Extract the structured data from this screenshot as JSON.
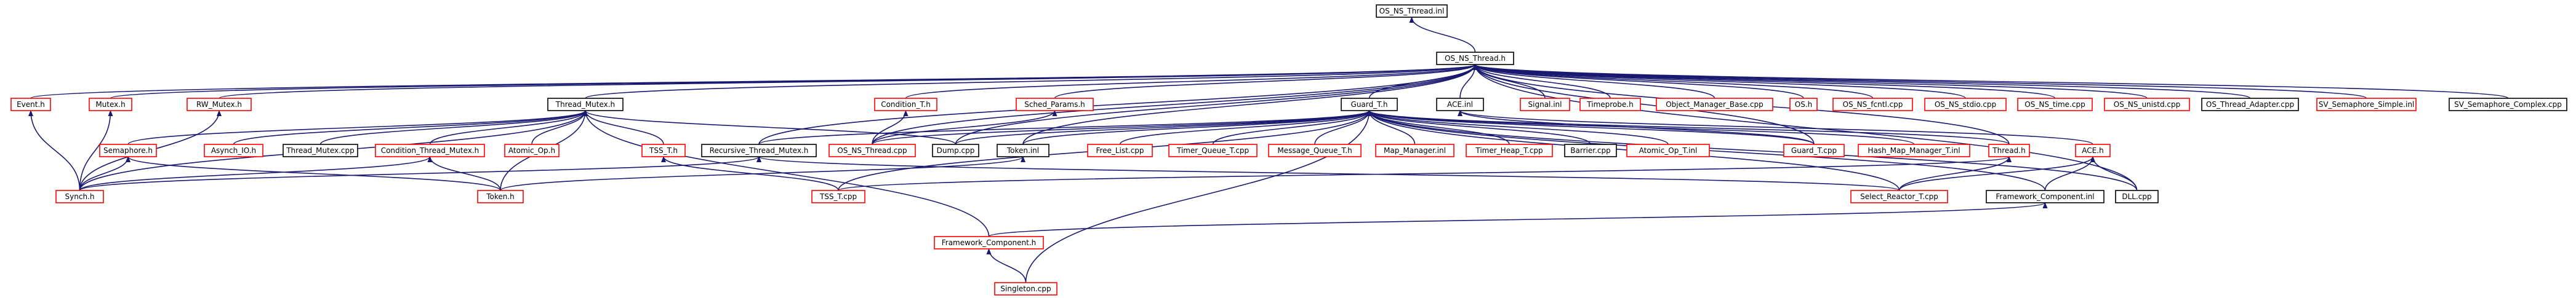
{
  "colors": {
    "edge": "#191970",
    "root_fill": "#bfbfbf",
    "border_missing": "#ff0000",
    "border_documented": "#000000"
  },
  "legend_note": "Red-bordered nodes are undocumented; black-bordered nodes are documented; grey node is the current file.",
  "nodes": [
    {
      "id": "root",
      "label": "OS_NS_Thread.inl",
      "style": "root"
    },
    {
      "id": "osnsthread_h",
      "label": "OS_NS_Thread.h",
      "style": "documented"
    },
    {
      "id": "event_h",
      "label": "Event.h",
      "style": "missing"
    },
    {
      "id": "mutex_h",
      "label": "Mutex.h",
      "style": "missing"
    },
    {
      "id": "rwmutex_h",
      "label": "RW_Mutex.h",
      "style": "missing"
    },
    {
      "id": "thread_mutex_h",
      "label": "Thread_Mutex.h",
      "style": "documented"
    },
    {
      "id": "condition_t_h",
      "label": "Condition_T.h",
      "style": "missing"
    },
    {
      "id": "sched_params_h",
      "label": "Sched_Params.h",
      "style": "missing"
    },
    {
      "id": "guard_t_h",
      "label": "Guard_T.h",
      "style": "documented"
    },
    {
      "id": "ace_inl",
      "label": "ACE.inl",
      "style": "documented"
    },
    {
      "id": "signal_inl",
      "label": "Signal.inl",
      "style": "missing"
    },
    {
      "id": "timeprobe_h",
      "label": "Timeprobe.h",
      "style": "missing"
    },
    {
      "id": "object_manager_base",
      "label": "Object_Manager_Base.cpp",
      "style": "missing"
    },
    {
      "id": "os_h",
      "label": "OS.h",
      "style": "missing"
    },
    {
      "id": "os_ns_fcntl",
      "label": "OS_NS_fcntl.cpp",
      "style": "missing"
    },
    {
      "id": "os_ns_stdio",
      "label": "OS_NS_stdio.cpp",
      "style": "missing"
    },
    {
      "id": "os_ns_time",
      "label": "OS_NS_time.cpp",
      "style": "missing"
    },
    {
      "id": "os_ns_unistd",
      "label": "OS_NS_unistd.cpp",
      "style": "missing"
    },
    {
      "id": "os_thread_adapter",
      "label": "OS_Thread_Adapter.cpp",
      "style": "documented"
    },
    {
      "id": "sv_semaphore_simple",
      "label": "SV_Semaphore_Simple.inl",
      "style": "missing"
    },
    {
      "id": "sv_semaphore_complex",
      "label": "SV_Semaphore_Complex.cpp",
      "style": "documented"
    },
    {
      "id": "semaphore_h",
      "label": "Semaphore.h",
      "style": "missing"
    },
    {
      "id": "asynch_io_h",
      "label": "Asynch_IO.h",
      "style": "missing"
    },
    {
      "id": "thread_mutex_cpp",
      "label": "Thread_Mutex.cpp",
      "style": "documented"
    },
    {
      "id": "condition_thread_mutex_h",
      "label": "Condition_Thread_Mutex.h",
      "style": "missing"
    },
    {
      "id": "atomic_op_h",
      "label": "Atomic_Op.h",
      "style": "missing"
    },
    {
      "id": "tss_t_h",
      "label": "TSS_T.h",
      "style": "missing"
    },
    {
      "id": "recursive_thread_mutex_h",
      "label": "Recursive_Thread_Mutex.h",
      "style": "documented"
    },
    {
      "id": "os_ns_thread_cpp",
      "label": "OS_NS_Thread.cpp",
      "style": "missing"
    },
    {
      "id": "dump_cpp",
      "label": "Dump.cpp",
      "style": "documented"
    },
    {
      "id": "token_inl",
      "label": "Token.inl",
      "style": "documented"
    },
    {
      "id": "free_list_cpp",
      "label": "Free_List.cpp",
      "style": "missing"
    },
    {
      "id": "timer_queue_t_cpp",
      "label": "Timer_Queue_T.cpp",
      "style": "missing"
    },
    {
      "id": "message_queue_t_h",
      "label": "Message_Queue_T.h",
      "style": "missing"
    },
    {
      "id": "map_manager_inl",
      "label": "Map_Manager.inl",
      "style": "missing"
    },
    {
      "id": "timer_heap_t_cpp",
      "label": "Timer_Heap_T.cpp",
      "style": "missing"
    },
    {
      "id": "barrier_cpp",
      "label": "Barrier.cpp",
      "style": "documented"
    },
    {
      "id": "atomic_op_t_inl",
      "label": "Atomic_Op_T.inl",
      "style": "missing"
    },
    {
      "id": "guard_t_cpp",
      "label": "Guard_T.cpp",
      "style": "missing"
    },
    {
      "id": "hash_map_manager_t_inl",
      "label": "Hash_Map_Manager_T.inl",
      "style": "missing"
    },
    {
      "id": "thread_h",
      "label": "Thread.h",
      "style": "missing"
    },
    {
      "id": "ace_h",
      "label": "ACE.h",
      "style": "missing"
    },
    {
      "id": "synch_h",
      "label": "Synch.h",
      "style": "missing"
    },
    {
      "id": "token_h",
      "label": "Token.h",
      "style": "missing"
    },
    {
      "id": "tss_t_cpp",
      "label": "TSS_T.cpp",
      "style": "missing"
    },
    {
      "id": "select_reactor_t_cpp",
      "label": "Select_Reactor_T.cpp",
      "style": "missing"
    },
    {
      "id": "framework_component_inl",
      "label": "Framework_Component.inl",
      "style": "documented"
    },
    {
      "id": "dll_cpp",
      "label": "DLL.cpp",
      "style": "documented"
    },
    {
      "id": "framework_component_h",
      "label": "Framework_Component.h",
      "style": "missing"
    },
    {
      "id": "singleton_cpp",
      "label": "Singleton.cpp",
      "style": "missing"
    }
  ],
  "edges": [
    [
      "osnsthread_h",
      "root"
    ],
    [
      "event_h",
      "osnsthread_h"
    ],
    [
      "mutex_h",
      "osnsthread_h"
    ],
    [
      "rwmutex_h",
      "osnsthread_h"
    ],
    [
      "thread_mutex_h",
      "osnsthread_h"
    ],
    [
      "condition_t_h",
      "osnsthread_h"
    ],
    [
      "sched_params_h",
      "osnsthread_h"
    ],
    [
      "guard_t_h",
      "osnsthread_h"
    ],
    [
      "ace_inl",
      "osnsthread_h"
    ],
    [
      "signal_inl",
      "osnsthread_h"
    ],
    [
      "timeprobe_h",
      "osnsthread_h"
    ],
    [
      "object_manager_base",
      "osnsthread_h"
    ],
    [
      "os_h",
      "osnsthread_h"
    ],
    [
      "os_ns_fcntl",
      "osnsthread_h"
    ],
    [
      "os_ns_stdio",
      "osnsthread_h"
    ],
    [
      "os_ns_time",
      "osnsthread_h"
    ],
    [
      "os_ns_unistd",
      "osnsthread_h"
    ],
    [
      "os_thread_adapter",
      "osnsthread_h"
    ],
    [
      "sv_semaphore_simple",
      "osnsthread_h"
    ],
    [
      "sv_semaphore_complex",
      "osnsthread_h"
    ],
    [
      "recursive_thread_mutex_h",
      "osnsthread_h"
    ],
    [
      "os_ns_thread_cpp",
      "osnsthread_h"
    ],
    [
      "dump_cpp",
      "osnsthread_h"
    ],
    [
      "token_inl",
      "osnsthread_h"
    ],
    [
      "guard_t_cpp",
      "osnsthread_h"
    ],
    [
      "thread_h",
      "osnsthread_h"
    ],
    [
      "dll_cpp",
      "osnsthread_h"
    ],
    [
      "synch_h",
      "event_h"
    ],
    [
      "synch_h",
      "mutex_h"
    ],
    [
      "synch_h",
      "rwmutex_h"
    ],
    [
      "semaphore_h",
      "thread_mutex_h"
    ],
    [
      "asynch_io_h",
      "thread_mutex_h"
    ],
    [
      "thread_mutex_cpp",
      "thread_mutex_h"
    ],
    [
      "condition_thread_mutex_h",
      "thread_mutex_h"
    ],
    [
      "atomic_op_h",
      "thread_mutex_h"
    ],
    [
      "tss_t_h",
      "thread_mutex_h"
    ],
    [
      "dump_cpp",
      "thread_mutex_h"
    ],
    [
      "token_h",
      "thread_mutex_h"
    ],
    [
      "synch_h",
      "thread_mutex_h"
    ],
    [
      "framework_component_h",
      "thread_mutex_h"
    ],
    [
      "os_ns_thread_cpp",
      "condition_t_h"
    ],
    [
      "os_ns_thread_cpp",
      "sched_params_h"
    ],
    [
      "recursive_thread_mutex_h",
      "guard_t_h"
    ],
    [
      "os_ns_thread_cpp",
      "guard_t_h"
    ],
    [
      "dump_cpp",
      "guard_t_h"
    ],
    [
      "token_inl",
      "guard_t_h"
    ],
    [
      "free_list_cpp",
      "guard_t_h"
    ],
    [
      "timer_queue_t_cpp",
      "guard_t_h"
    ],
    [
      "message_queue_t_h",
      "guard_t_h"
    ],
    [
      "map_manager_inl",
      "guard_t_h"
    ],
    [
      "timer_heap_t_cpp",
      "guard_t_h"
    ],
    [
      "barrier_cpp",
      "guard_t_h"
    ],
    [
      "atomic_op_t_inl",
      "guard_t_h"
    ],
    [
      "guard_t_cpp",
      "guard_t_h"
    ],
    [
      "hash_map_manager_t_inl",
      "guard_t_h"
    ],
    [
      "thread_h",
      "guard_t_h"
    ],
    [
      "tss_t_cpp",
      "guard_t_h"
    ],
    [
      "select_reactor_t_cpp",
      "guard_t_h"
    ],
    [
      "framework_component_inl",
      "guard_t_h"
    ],
    [
      "singleton_cpp",
      "guard_t_h"
    ],
    [
      "dll_cpp",
      "guard_t_h"
    ],
    [
      "guard_t_cpp",
      "ace_inl"
    ],
    [
      "ace_h",
      "ace_inl"
    ],
    [
      "synch_h",
      "semaphore_h"
    ],
    [
      "token_h",
      "semaphore_h"
    ],
    [
      "synch_h",
      "condition_thread_mutex_h"
    ],
    [
      "token_h",
      "condition_thread_mutex_h"
    ],
    [
      "tss_t_cpp",
      "tss_t_h"
    ],
    [
      "select_reactor_t_cpp",
      "recursive_thread_mutex_h"
    ],
    [
      "synch_h",
      "recursive_thread_mutex_h"
    ],
    [
      "token_h",
      "token_inl"
    ],
    [
      "tss_t_cpp",
      "thread_h"
    ],
    [
      "select_reactor_t_cpp",
      "thread_h"
    ],
    [
      "select_reactor_t_cpp",
      "ace_h"
    ],
    [
      "framework_component_inl",
      "ace_h"
    ],
    [
      "dll_cpp",
      "ace_h"
    ],
    [
      "framework_component_h",
      "framework_component_inl"
    ],
    [
      "singleton_cpp",
      "framework_component_h"
    ]
  ]
}
